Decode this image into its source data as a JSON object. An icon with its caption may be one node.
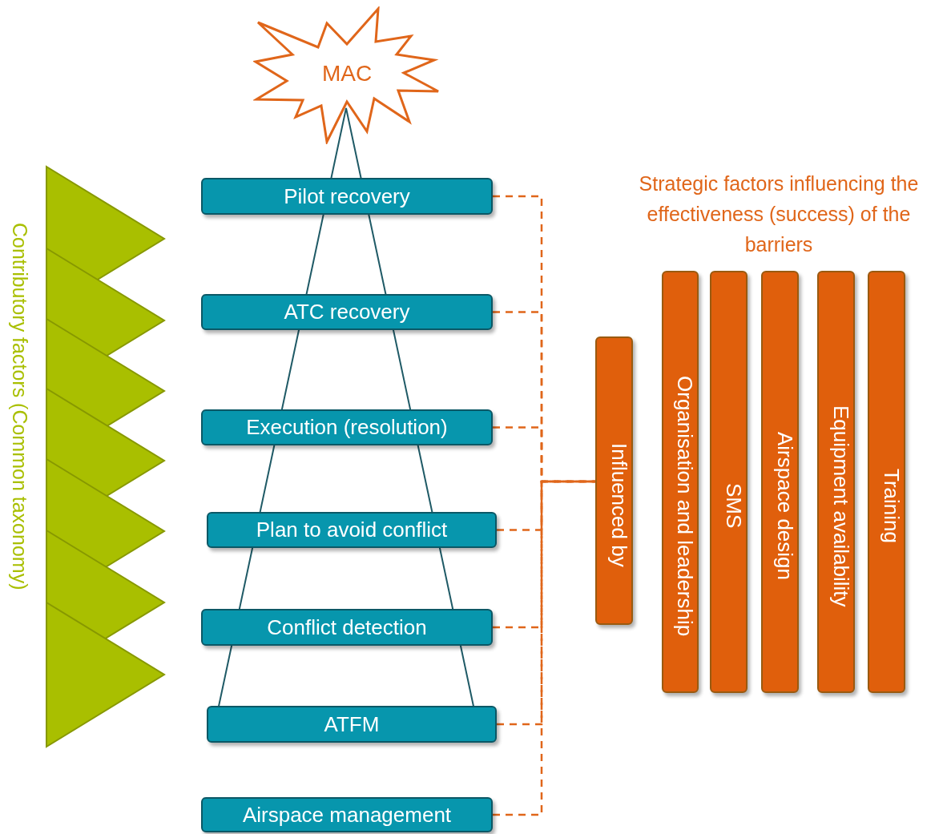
{
  "diagram": {
    "nodes": [
      {
        "text": [
          "MAC"
        ]
      },
      {
        "text": [
          "Pilot recovery"
        ]
      },
      {
        "text": [
          "ATC recovery"
        ]
      },
      {
        "text": [
          "Execution (resolution)"
        ]
      },
      {
        "text": [
          "Plan to avoid conflict"
        ]
      },
      {
        "text": [
          "Conflict detection"
        ]
      },
      {
        "text": [
          "ATFM"
        ]
      },
      {
        "text": [
          "Airspace management"
        ]
      },
      {
        "text": [
          "Influenced by"
        ]
      },
      {
        "text": [
          "Organisation and leadership"
        ]
      },
      {
        "text": [
          "SMS"
        ]
      },
      {
        "text": [
          "Airspace design"
        ]
      },
      {
        "text": [
          "Equipment availability"
        ]
      },
      {
        "text": [
          "Training"
        ]
      }
    ],
    "edges": [
      {
        "from": 0,
        "to": 1,
        "arrow": "none",
        "color": "#1f5a66"
      },
      {
        "from": 1,
        "to": 2,
        "arrow": "none",
        "color": "#1f5a66"
      },
      {
        "from": 2,
        "to": 3,
        "arrow": "none",
        "color": "#1f5a66"
      },
      {
        "from": 3,
        "to": 4,
        "arrow": "none",
        "color": "#1f5a66"
      },
      {
        "from": 4,
        "to": 5,
        "arrow": "none",
        "color": "#1f5a66"
      },
      {
        "from": 5,
        "to": 6,
        "arrow": "none",
        "color": "#1f5a66"
      },
      {
        "from": 1,
        "to": 8,
        "arrow": "none",
        "style": "dashed"
      },
      {
        "from": 2,
        "to": 8,
        "arrow": "none",
        "style": "dashed"
      },
      {
        "from": 3,
        "to": 8,
        "arrow": "none",
        "style": "dashed"
      },
      {
        "from": 4,
        "to": 8,
        "arrow": "none",
        "style": "dashed"
      },
      {
        "from": 5,
        "to": 8,
        "arrow": "none",
        "style": "dashed"
      },
      {
        "from": 6,
        "to": 8,
        "arrow": "none",
        "style": "dashed"
      },
      {
        "from": 7,
        "to": 8,
        "arrow": "none",
        "style": "dashed"
      }
    ],
    "labels": [
      "Strategic factors influencing the effectiveness (success) of the barriers",
      "Contributory factors (Common taxonomy)"
    ]
  }
}
